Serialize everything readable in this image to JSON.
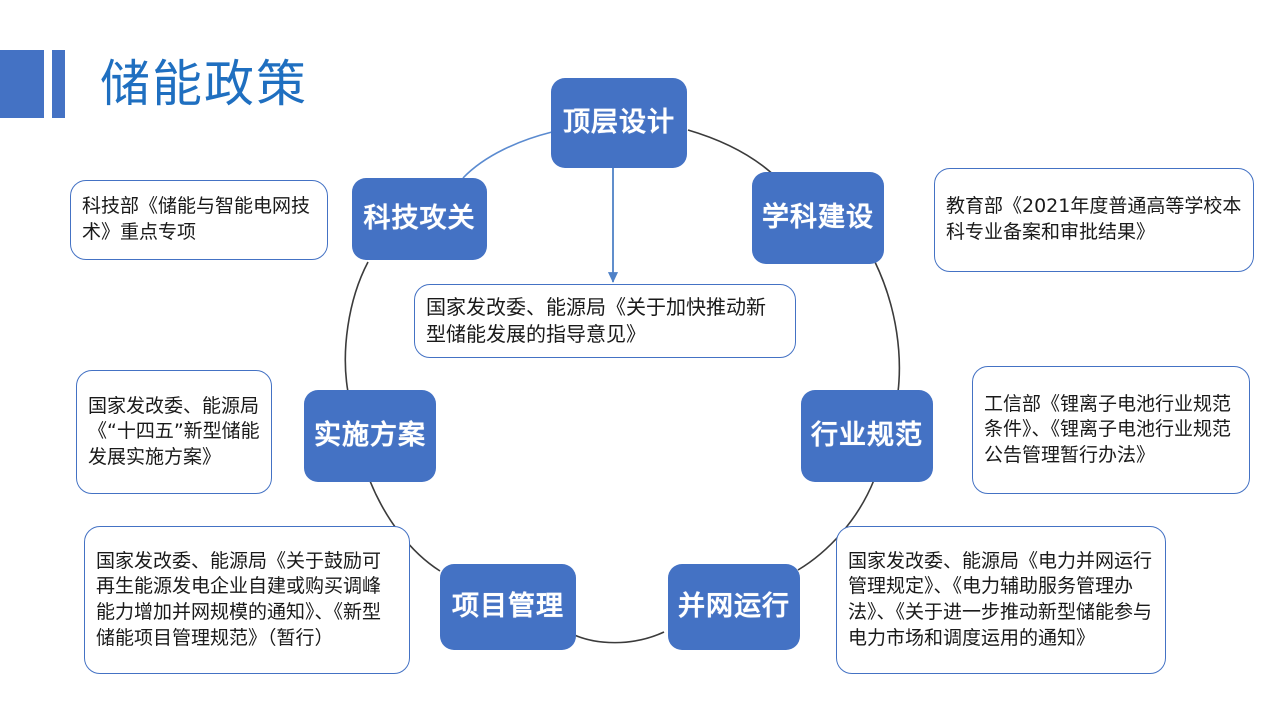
{
  "header": {
    "title": "储能政策",
    "accent_color": "#4472C4",
    "title_color": "#1F6FC0"
  },
  "diagram": {
    "type": "cycle",
    "node_fill": "#4472C4",
    "node_text_color": "#FFFFFF",
    "callout_border_color": "#4472C4",
    "arc_color_dark": "#3B3B3B",
    "arc_color_light": "#5B8BD0",
    "nodes": [
      {
        "id": "top-design",
        "label": "顶层设计"
      },
      {
        "id": "discipline",
        "label": "学科建设"
      },
      {
        "id": "industry-standard",
        "label": "行业规范"
      },
      {
        "id": "grid-operation",
        "label": "并网运行"
      },
      {
        "id": "project-mgmt",
        "label": "项目管理"
      },
      {
        "id": "implementation",
        "label": "实施方案"
      },
      {
        "id": "tech-research",
        "label": "科技攻关"
      }
    ],
    "callouts": [
      {
        "id": "tech-research-note",
        "for": "科技攻关",
        "text": "科技部《储能与智能电网技术》重点专项"
      },
      {
        "id": "discipline-note",
        "for": "学科建设",
        "text": "教育部《2021年度普通高等学校本科专业备案和审批结果》"
      },
      {
        "id": "top-design-note",
        "for": "顶层设计",
        "text": "国家发改委、能源局《关于加快推动新型储能发展的指导意见》"
      },
      {
        "id": "implementation-note",
        "for": "实施方案",
        "text": "国家发改委、能源局《“十四五”新型储能发展实施方案》"
      },
      {
        "id": "industry-standard-note",
        "for": "行业规范",
        "text": "工信部《锂离子电池行业规范条件》、《锂离子电池行业规范公告管理暂行办法》"
      },
      {
        "id": "project-mgmt-note",
        "for": "项目管理",
        "text": "国家发改委、能源局《关于鼓励可再生能源发电企业自建或购买调峰能力增加并网规模的通知》、《新型储能项目管理规范》（暂行）"
      },
      {
        "id": "grid-operation-note",
        "for": "并网运行",
        "text": "国家发改委、能源局《电力并网运行管理规定》、《电力辅助服务管理办法》、《关于进一步推动新型储能参与电力市场和调度运用的通知》"
      }
    ]
  }
}
